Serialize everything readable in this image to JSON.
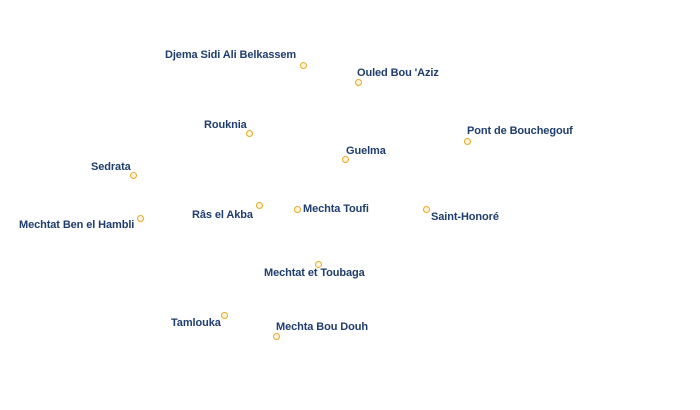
{
  "map": {
    "marker_color": "#e8a828",
    "label_color": "#1f3d6e",
    "places": [
      {
        "id": "djema-sidi-ali-belkassem",
        "name": "Djema Sidi Ali Belkassem"
      },
      {
        "id": "ouled-bou-aziz",
        "name": "Ouled Bou 'Aziz"
      },
      {
        "id": "rouknia",
        "name": "Rouknia"
      },
      {
        "id": "pont-de-bouchegouf",
        "name": "Pont de Bouchegouf"
      },
      {
        "id": "guelma",
        "name": "Guelma"
      },
      {
        "id": "sedrata",
        "name": "Sedrata"
      },
      {
        "id": "ras-el-akba",
        "name": "Râs el Akba"
      },
      {
        "id": "mechta-toufi",
        "name": "Mechta Toufi"
      },
      {
        "id": "saint-honore",
        "name": "Saint-Honoré"
      },
      {
        "id": "mechtat-ben-el-hambli",
        "name": "Mechtat Ben el Hambli"
      },
      {
        "id": "mechtat-et-toubaga",
        "name": "Mechtat et Toubaga"
      },
      {
        "id": "tamlouka",
        "name": "Tamlouka"
      },
      {
        "id": "mechta-bou-douh",
        "name": "Mechta Bou Douh"
      }
    ]
  }
}
